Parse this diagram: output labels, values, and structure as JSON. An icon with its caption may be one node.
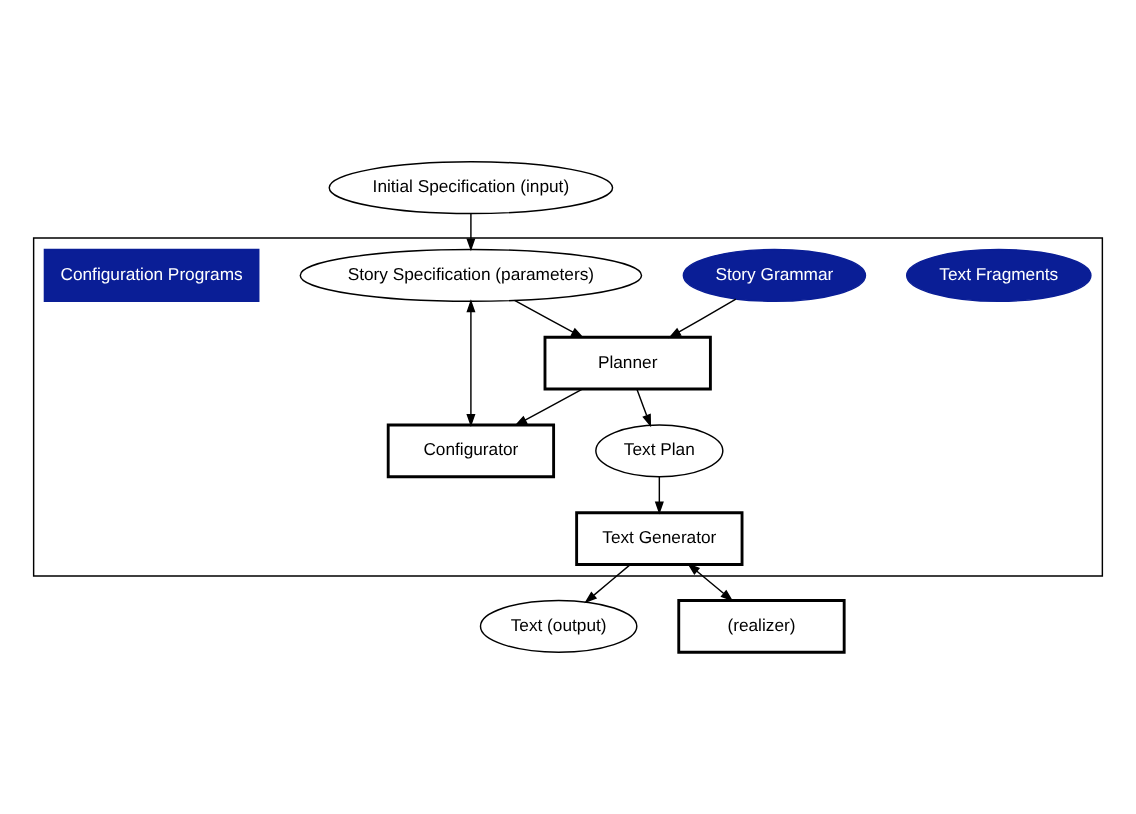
{
  "diagram": {
    "nodes": [
      {
        "text": [
          "Initial Specification (input)"
        ]
      },
      {
        "text": [],
        "shape": "box"
      },
      {
        "text": [
          "Text Fragments"
        ],
        "in": 1
      },
      {
        "text": [
          "Story Grammar"
        ],
        "in": 1
      },
      {
        "text": [
          "Story Specification (parameters)"
        ],
        "in": 1
      },
      {
        "text": [
          "Planner"
        ],
        "in": 1
      },
      {
        "text": [
          "Configurator"
        ],
        "in": 1
      },
      {
        "text": [
          "Configuration Programs"
        ],
        "in": 1
      },
      {
        "text": [
          "Text Plan"
        ],
        "in": 1
      },
      {
        "text": [
          "Text Generator"
        ],
        "in": 1
      },
      {
        "text": [
          "Text (output)"
        ]
      },
      {
        "text": [
          "(realizer)"
        ]
      }
    ],
    "edges": [
      {
        "from": 0,
        "to": 4,
        "arrow": "to"
      },
      {
        "from": 4,
        "to": 5,
        "arrow": "to"
      },
      {
        "from": 4,
        "to": 6,
        "arrow": "both"
      },
      {
        "from": 5,
        "to": 6,
        "arrow": "to"
      },
      {
        "from": 3,
        "to": 5,
        "arrow": "to"
      },
      {
        "from": 5,
        "to": 8,
        "arrow": "to"
      },
      {
        "from": 8,
        "to": 9,
        "arrow": "to"
      },
      {
        "from": 9,
        "to": 10,
        "arrow": "to"
      },
      {
        "from": 9,
        "to": 11,
        "arrow": "both"
      }
    ]
  }
}
